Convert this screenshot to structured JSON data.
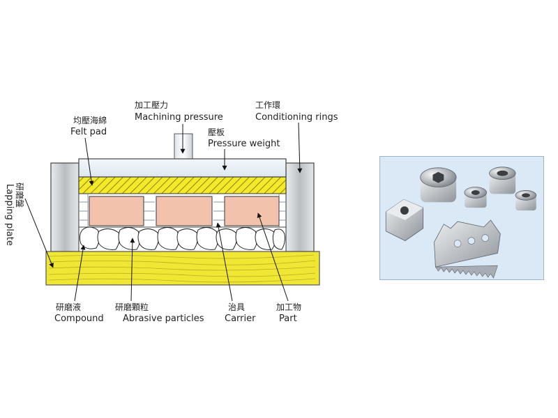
{
  "labels": {
    "machining_pressure": {
      "zh": "加工壓力",
      "en": "Machining pressure"
    },
    "conditioning_rings": {
      "zh": "工作環",
      "en": "Conditioning rings"
    },
    "felt_pad": {
      "zh": "均壓海綿",
      "en": "Felt pad"
    },
    "pressure_weight": {
      "zh": "壓板",
      "en": "Pressure weight"
    },
    "lapping_plate": {
      "zh": "研磨盤",
      "en": "Lapping plate"
    },
    "compound": {
      "zh": "研磨液",
      "en": "Compound"
    },
    "abrasive_particles": {
      "zh": "研磨顆粒",
      "en": "Abrasive particles"
    },
    "carrier": {
      "zh": "治具",
      "en": "Carrier"
    },
    "part": {
      "zh": "加工物",
      "en": "Part"
    }
  },
  "colors": {
    "lapping_plate": "#f0e634",
    "felt_pad": "#f5ea2a",
    "part": "#f2c2ac",
    "pressure_weight": "#eaf1f7",
    "conditioning_ring": "#cfd3d6",
    "photo_background": "#dbe9f7"
  }
}
